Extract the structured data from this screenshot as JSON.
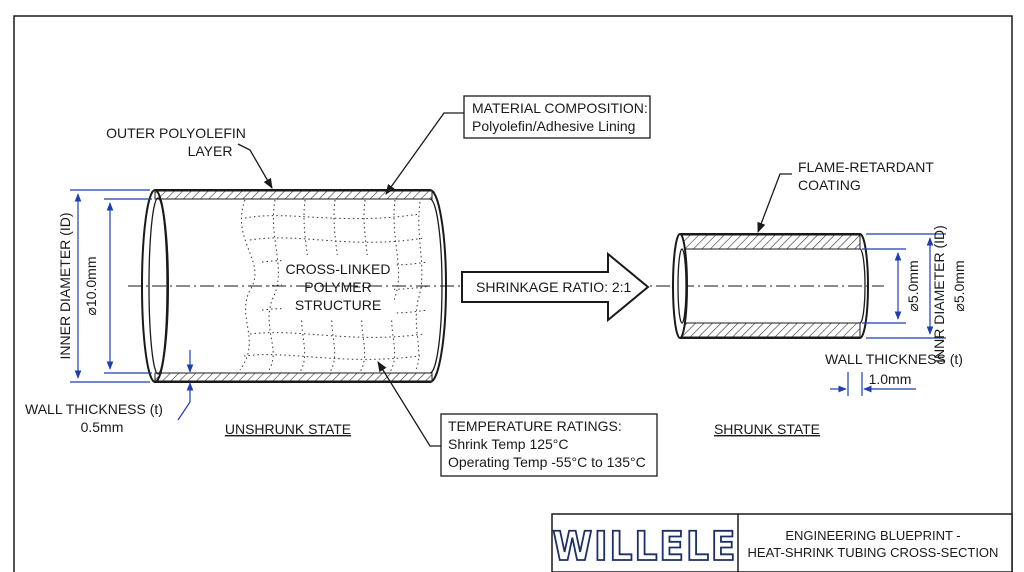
{
  "labels": {
    "outer_layer": [
      "OUTER POLYOLEFIN",
      "LAYER"
    ],
    "material": [
      "MATERIAL COMPOSITION:",
      "Polyolefin/Adhesive Lining"
    ],
    "flame": [
      "FLAME-RETARDANT",
      "COATING"
    ],
    "cross_linked": [
      "CROSS-LINKED",
      "POLYMER",
      "STRUCTURE"
    ],
    "shrinkage": "SHRINKAGE RATIO: 2:1",
    "temperature": [
      "TEMPERATURE RATINGS:",
      "Shrink Temp 125°C",
      "Operating Temp -55°C to 135°C"
    ],
    "unshrunk_state": "UNSHRUNK STATE",
    "shrunk_state": "SHRUNK STATE",
    "wall_left": [
      "WALL THICKNESS (t)",
      "0.5mm"
    ],
    "wall_right": [
      "WALL THICKNESS (t)",
      "1.0mm"
    ],
    "inner_diameter_left": "INNER DIAMETER (ID)",
    "diameter_left": "⌀10.0mm",
    "diameter_right": "⌀5.0mm",
    "inner_diameter_right": [
      "INNR DIAMETER (ID)",
      "⌀5.0mm"
    ]
  },
  "title_block": {
    "logo_text": "WILLELE",
    "title_lines": [
      "ENGINEERING BLUEPRINT -",
      "HEAT-SHRINK TUBING CROSS-SECTION"
    ]
  },
  "colors": {
    "line": "#1a1a1a",
    "dimension": "#1f3fb0",
    "logo_dark": "#1c2f66",
    "logo_light": "#4a6fc4"
  }
}
